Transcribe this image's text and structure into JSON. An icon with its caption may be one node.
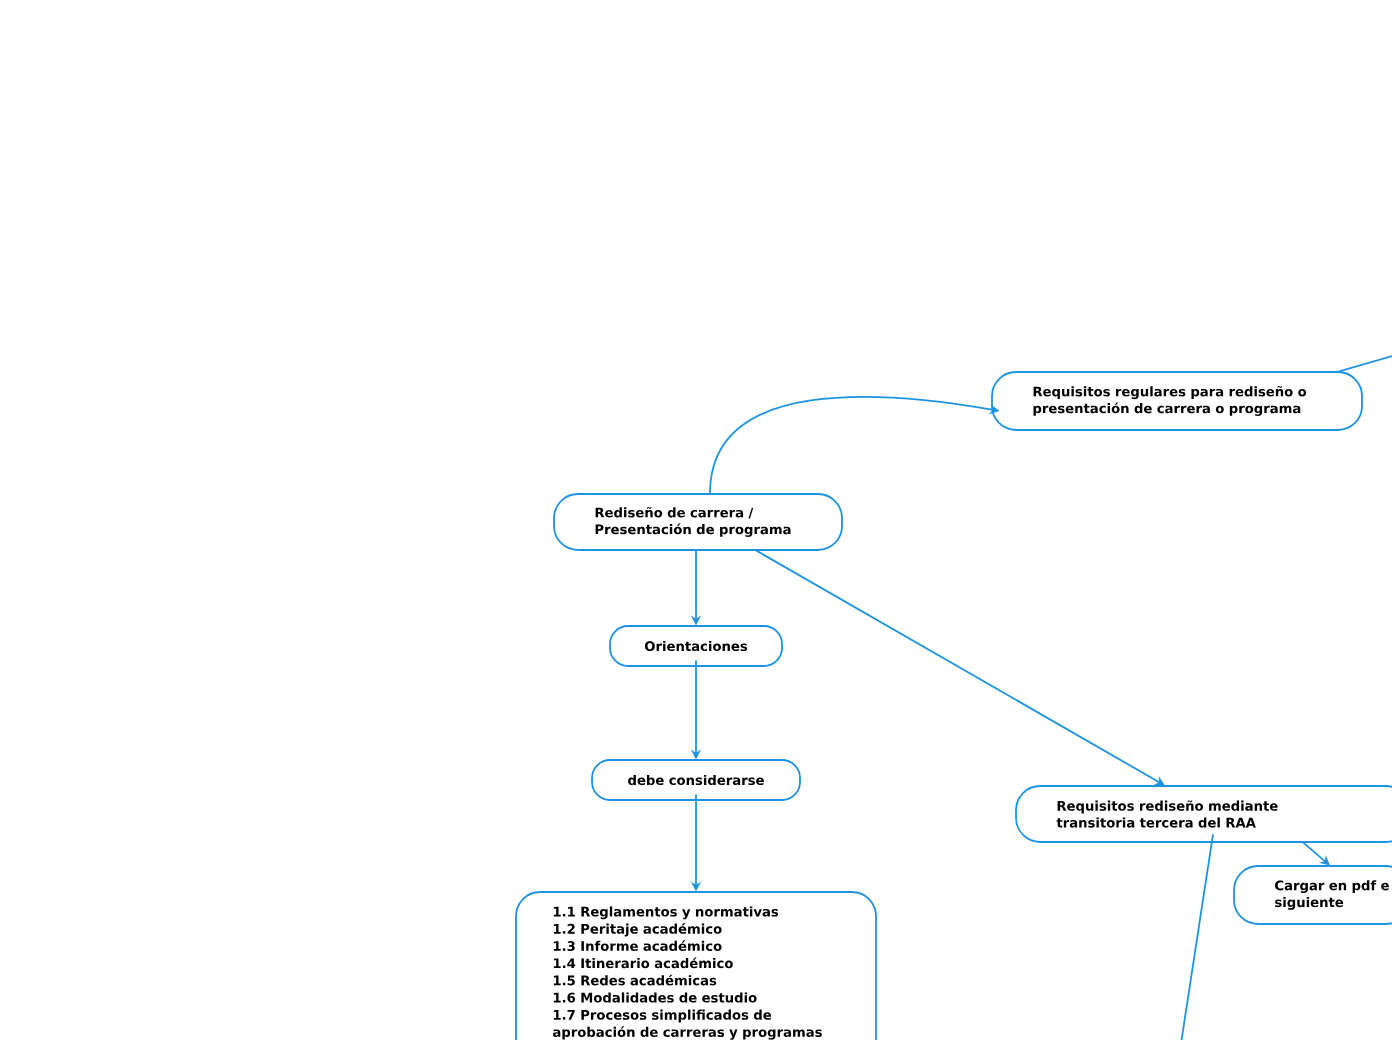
{
  "diagram": {
    "nodes": [
      {
        "text": [
          "Rediseño de carrera / Presentación de programa"
        ]
      },
      {
        "text": [
          "Requisitos regulares para rediseño o presentación de carrera o programa"
        ]
      },
      {
        "text": [
          "Orientaciones"
        ]
      },
      {
        "text": [
          "debe considerarse"
        ]
      },
      {
        "text": [
          "1.1 Reglamentos y normativas",
          "1.2 Peritaje académico",
          "1.3 Informe académico",
          "1.4 Itinerario académico",
          "1.5 Redes académicas",
          "1.6 Modalidades de estudio",
          "1.7 Procesos simplificados de aprobación de carreras y programas"
        ]
      },
      {
        "text": [
          "Requisitos rediseño mediante transitoria tercera del RAA"
        ]
      },
      {
        "text": [
          "Cargar en pdf e siguiente"
        ]
      }
    ],
    "edges": [
      {
        "from": 0,
        "to": 1,
        "arrow": "to"
      },
      {
        "from": 1,
        "to": null,
        "arrow": "none"
      },
      {
        "from": 0,
        "to": 2,
        "arrow": "to"
      },
      {
        "from": 2,
        "to": 3,
        "arrow": "to"
      },
      {
        "from": 3,
        "to": 4,
        "arrow": "to"
      },
      {
        "from": 0,
        "to": 5,
        "arrow": "to"
      },
      {
        "from": 5,
        "to": 6,
        "arrow": "to"
      },
      {
        "from": 5,
        "to": null,
        "arrow": "none"
      }
    ]
  }
}
